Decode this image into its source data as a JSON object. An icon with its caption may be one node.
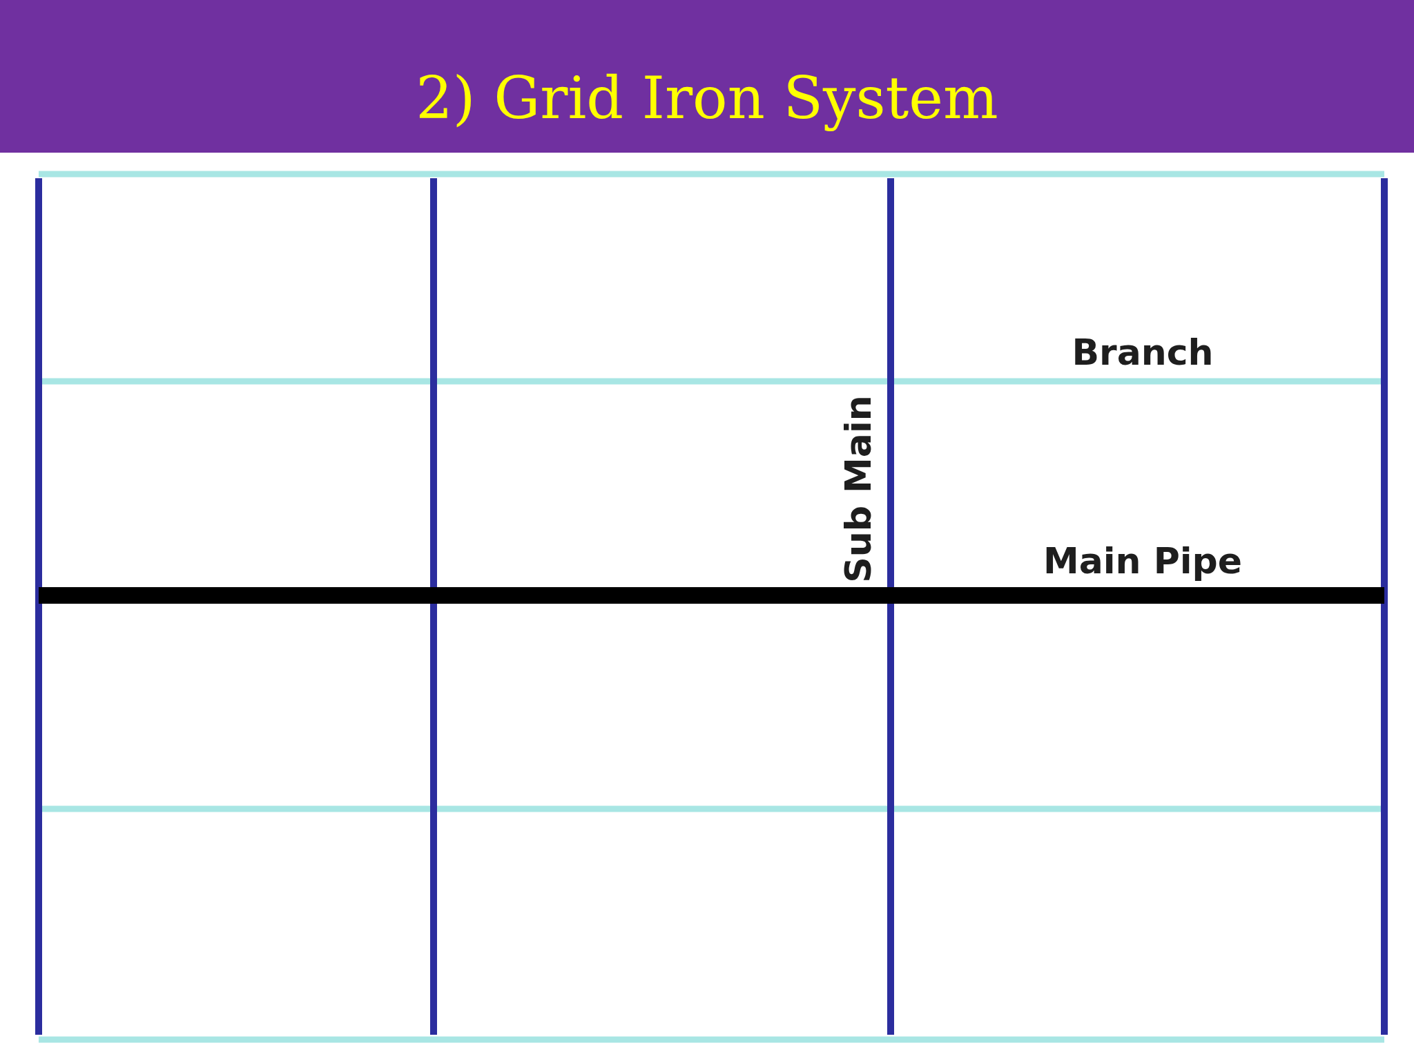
{
  "diagram": {
    "title": "2) Grid Iron System",
    "labels": [
      "Branch",
      "Sub Main",
      "Main Pipe"
    ]
  }
}
